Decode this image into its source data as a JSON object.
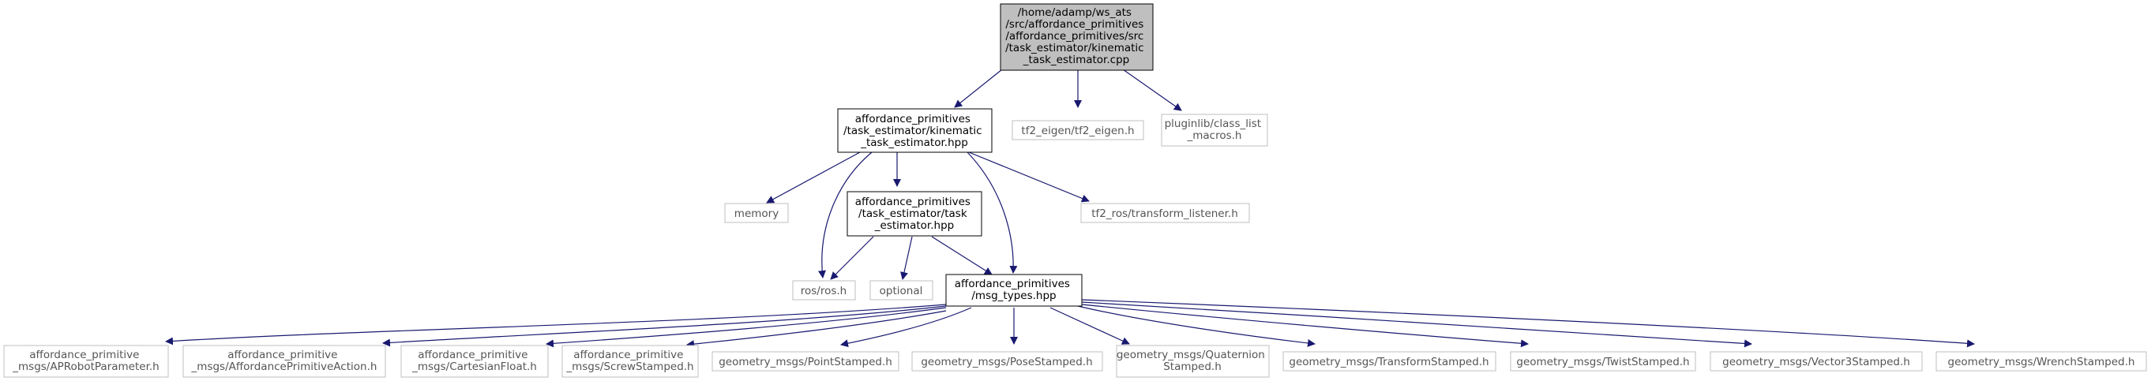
{
  "nodes": {
    "root": {
      "lines": [
        "/home/adamp/ws_ats",
        "/src/affordance_primitives",
        "/affordance_primitives/src",
        "/task_estimator/kinematic",
        "_task_estimator.cpp"
      ]
    },
    "kte_hpp": {
      "lines": [
        "affordance_primitives",
        "/task_estimator/kinematic",
        "_task_estimator.hpp"
      ]
    },
    "tf2_eigen": {
      "lines": [
        "tf2_eigen/tf2_eigen.h"
      ]
    },
    "pluginlib": {
      "lines": [
        "pluginlib/class_list",
        "_macros.h"
      ]
    },
    "memory": {
      "lines": [
        "memory"
      ]
    },
    "te_hpp": {
      "lines": [
        "affordance_primitives",
        "/task_estimator/task",
        "_estimator.hpp"
      ]
    },
    "tf2_ros": {
      "lines": [
        "tf2_ros/transform_listener.h"
      ]
    },
    "ros": {
      "lines": [
        "ros/ros.h"
      ]
    },
    "optional": {
      "lines": [
        "optional"
      ]
    },
    "msg_types": {
      "lines": [
        "affordance_primitives",
        "/msg_types.hpp"
      ]
    },
    "ap_robot": {
      "lines": [
        "affordance_primitive",
        "_msgs/APRobotParameter.h"
      ]
    },
    "ap_action": {
      "lines": [
        "affordance_primitive",
        "_msgs/AffordancePrimitiveAction.h"
      ]
    },
    "cart_float": {
      "lines": [
        "affordance_primitive",
        "_msgs/CartesianFloat.h"
      ]
    },
    "screw": {
      "lines": [
        "affordance_primitive",
        "_msgs/ScrewStamped.h"
      ]
    },
    "point": {
      "lines": [
        "geometry_msgs/PointStamped.h"
      ]
    },
    "pose": {
      "lines": [
        "geometry_msgs/PoseStamped.h"
      ]
    },
    "quat": {
      "lines": [
        "geometry_msgs/Quaternion",
        "Stamped.h"
      ]
    },
    "transform": {
      "lines": [
        "geometry_msgs/TransformStamped.h"
      ]
    },
    "twist": {
      "lines": [
        "geometry_msgs/TwistStamped.h"
      ]
    },
    "vector3": {
      "lines": [
        "geometry_msgs/Vector3Stamped.h"
      ]
    },
    "wrench": {
      "lines": [
        "geometry_msgs/WrenchStamped.h"
      ]
    }
  },
  "colors": {
    "edge": "#191970",
    "root_fill": "#bfbfbf",
    "node_border": "#000000",
    "external_border": "#bfbfbf",
    "external_text": "#555555"
  }
}
